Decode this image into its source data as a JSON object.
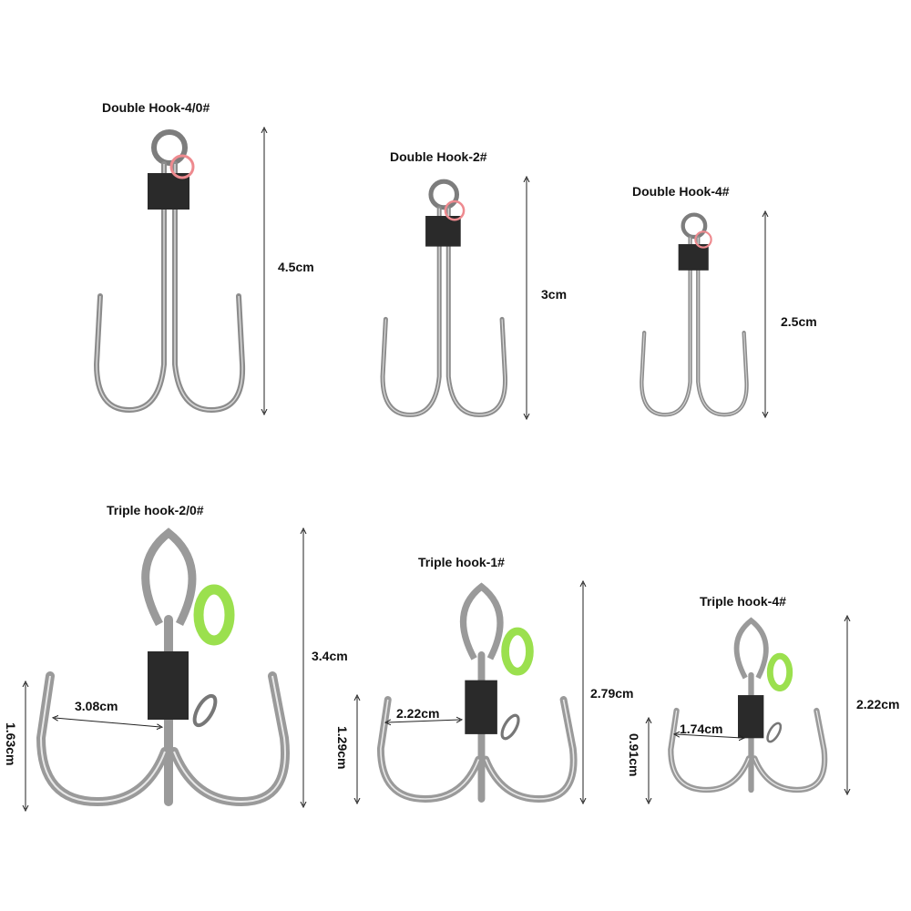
{
  "colors": {
    "metal": "#8c8c8c",
    "sleeve": "#2a2a2a",
    "pink_ring": "#ee8a8f",
    "green_ring": "#9be04e",
    "arrow": "#222222"
  },
  "products": [
    {
      "title": "Double Hook-4/0#",
      "length": "4.5cm"
    },
    {
      "title": "Double Hook-2#",
      "length": "3cm"
    },
    {
      "title": "Double Hook-4#",
      "length": "2.5cm"
    },
    {
      "title": "Triple hook-2/0#",
      "length": "3.4cm",
      "width": "3.08cm",
      "gap": "1.63cm"
    },
    {
      "title": "Triple hook-1#",
      "length": "2.79cm",
      "width": "2.22cm",
      "gap": "1.29cm"
    },
    {
      "title": "Triple hook-4#",
      "length": "2.22cm",
      "width": "1.74cm",
      "gap": "0.91cm"
    }
  ]
}
